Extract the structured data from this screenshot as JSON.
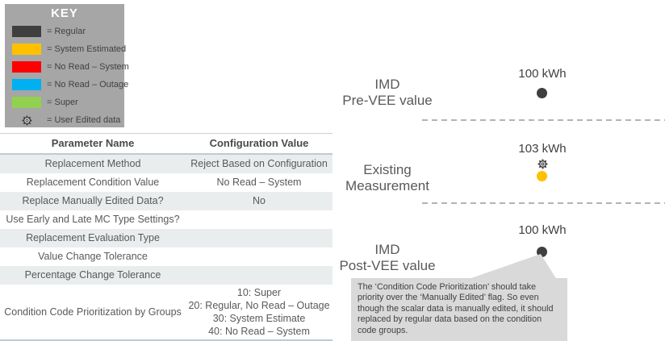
{
  "key": {
    "title": "KEY",
    "items": [
      {
        "label": "= Regular",
        "color": "#3f3f3f"
      },
      {
        "label": "= System Estimated",
        "color": "#ffc000"
      },
      {
        "label": "= No Read – System",
        "color": "#ff0000"
      },
      {
        "label": "= No Read – Outage",
        "color": "#00b0f0"
      },
      {
        "label": "= Super",
        "color": "#92d050"
      },
      {
        "label": "= User Edited data",
        "icon": "gear-icon"
      }
    ],
    "background": "#a6a6a6"
  },
  "table": {
    "headers": [
      "Parameter Name",
      "Configuration Value"
    ],
    "rows": [
      {
        "name": "Replacement Method",
        "value": "Reject Based on Configuration"
      },
      {
        "name": "Replacement Condition Value",
        "value": "No Read – System"
      },
      {
        "name": "Replace Manually Edited Data?",
        "value": "No"
      },
      {
        "name": "Use Early and Late MC Type Settings?",
        "value": ""
      },
      {
        "name": "Replacement Evaluation Type",
        "value": ""
      },
      {
        "name": "Value Change Tolerance",
        "value": ""
      },
      {
        "name": "Percentage Change Tolerance",
        "value": ""
      },
      {
        "name": "Condition Code Prioritization by Groups",
        "value_lines": [
          "10: Super",
          "20: Regular, No Read – Outage",
          "30: System Estimate",
          "40: No Read – System"
        ]
      }
    ]
  },
  "sections": [
    {
      "label_line1": "IMD",
      "label_line2": "Pre-VEE value",
      "value": "100 kWh",
      "marker_color": "#3f3f3f",
      "user_edited": false
    },
    {
      "label_line1": "Existing",
      "label_line2": "Measurement",
      "value": "103 kWh",
      "marker_color": "#ffc000",
      "user_edited": true
    },
    {
      "label_line1": "IMD",
      "label_line2": "Post-VEE value",
      "value": "100 kWh",
      "marker_color": "#3f3f3f",
      "user_edited": false
    }
  ],
  "callout": {
    "text": "The ‘Condition Code Prioritization’ should take priority over the ‘Manually Edited’ flag.  So even though the scalar data is manually edited, it should replaced by regular data based on the condition code groups.",
    "background": "#d9d9d9"
  },
  "palette": {
    "dashed_line": "#b3b3b3",
    "table_border": "#bccbd6",
    "table_row_shade": "#e9edee",
    "label_text": "#595959",
    "value_text": "#404040"
  }
}
